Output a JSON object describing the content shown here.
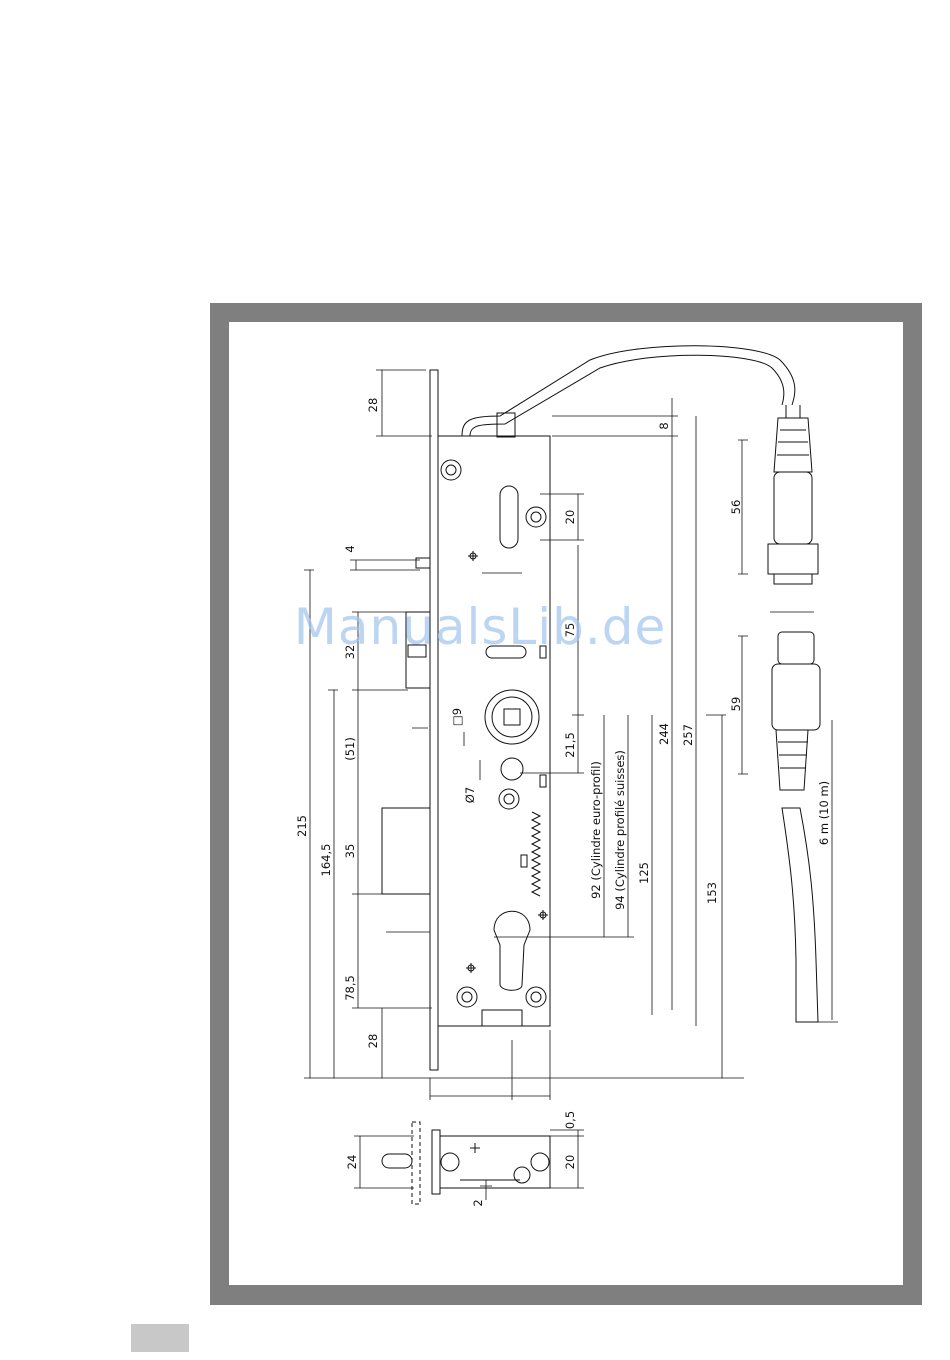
{
  "watermark": "ManualsLib.de",
  "dimensions": {
    "d28_top": "28",
    "d8": "8",
    "d20_a": "20",
    "d4": "4",
    "d56": "56",
    "d75": "75",
    "d32": "32",
    "d59": "59",
    "d9": "□9",
    "d51": "(51)",
    "d21_5": "21,5",
    "d244": "244",
    "d257": "257",
    "d92": "92 (Cylindre euro-profil)",
    "d94": "94 (Cylindre profilé suisses)",
    "d7": "Ø7",
    "d215": "215",
    "d35": "35",
    "d164_5": "164,5",
    "d125": "125",
    "d153": "153",
    "d6m": "6 m (10 m)",
    "d78_5": "78,5",
    "d28_bottom": "28",
    "d0_5": "0,5",
    "d24": "24",
    "d20_b": "20",
    "d2": "2"
  },
  "colors": {
    "frame": "#7f7f7f",
    "line": "#111111",
    "watermark": "#9fc4ee",
    "tab": "#c8c8c8"
  }
}
